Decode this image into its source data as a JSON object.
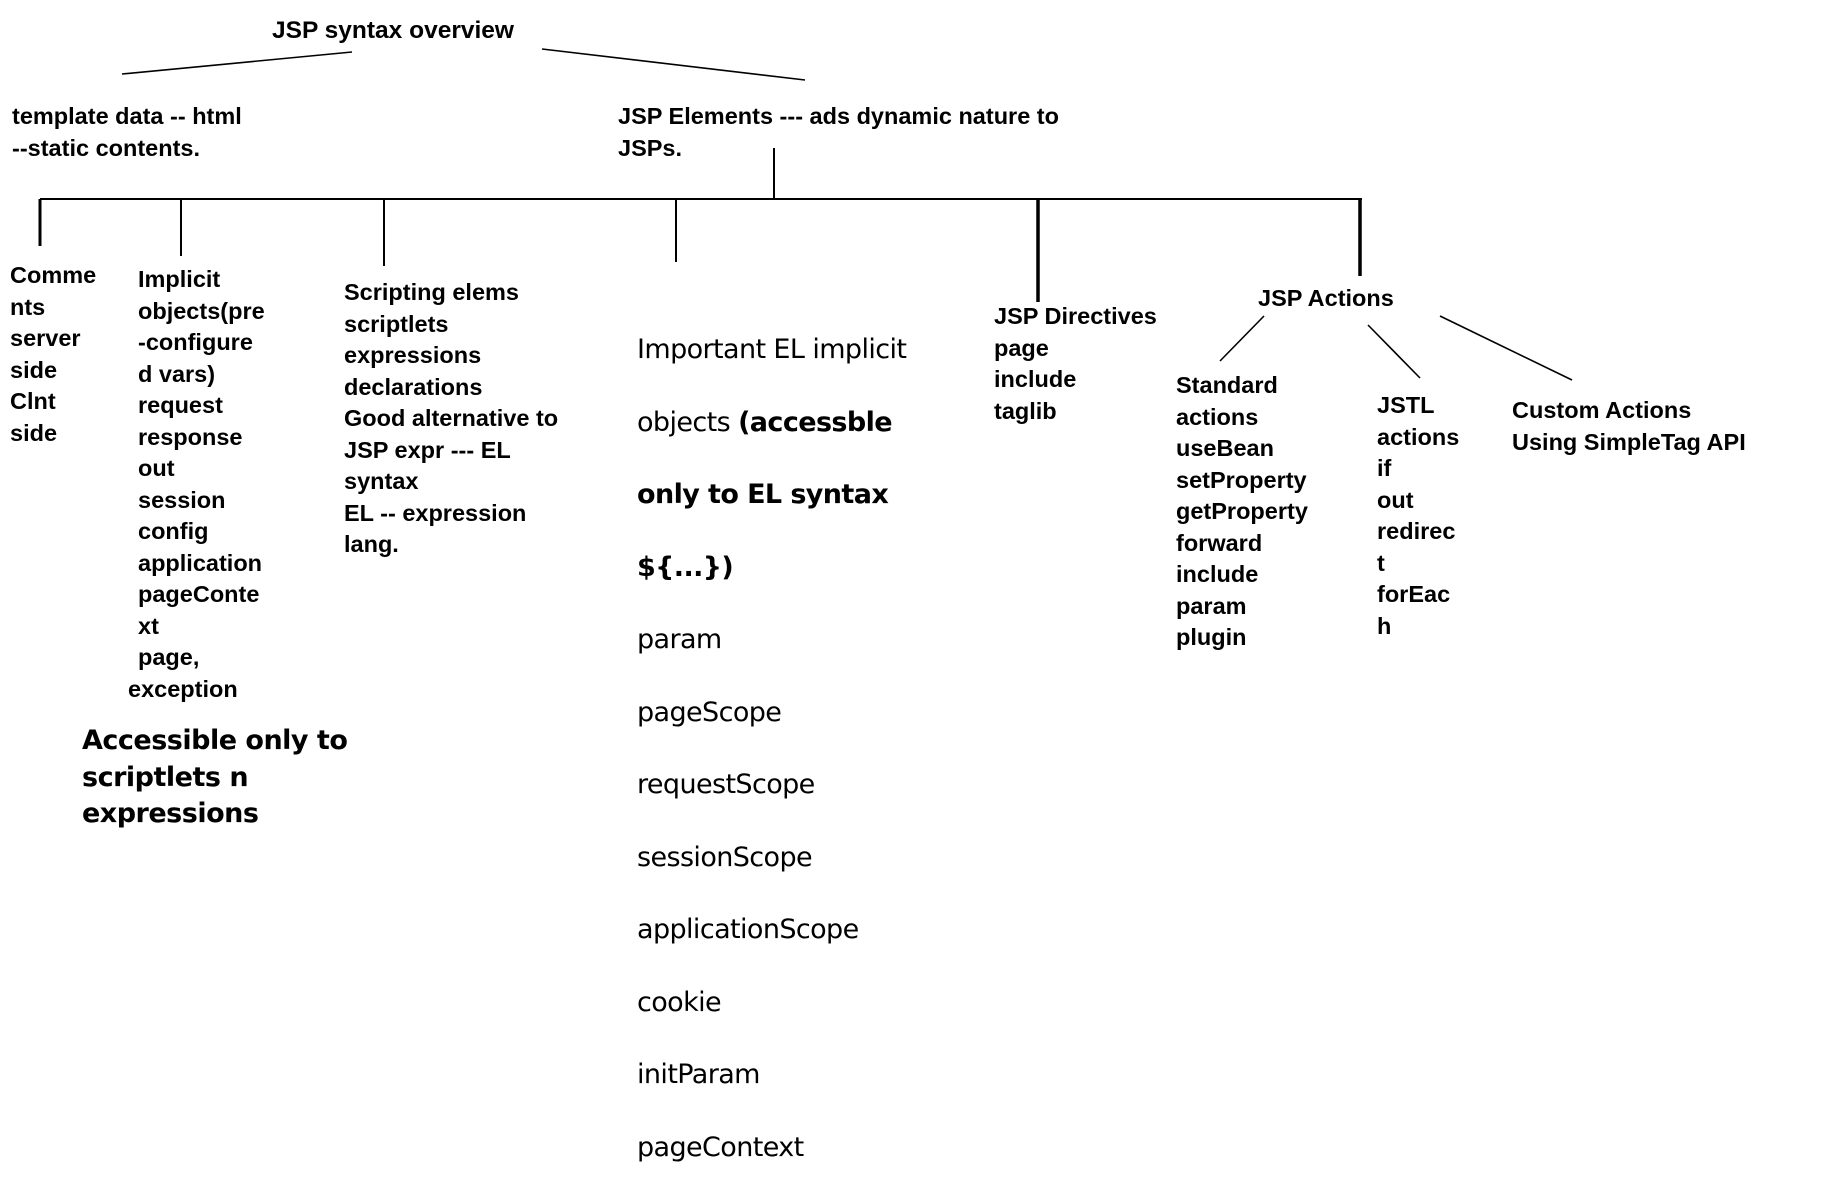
{
  "diagram": {
    "title": "JSP syntax overview",
    "template_data": [
      "template data -- html",
      "--static contents."
    ],
    "jsp_elements": [
      "JSP Elements --- ads dynamic nature to",
      "JSPs."
    ],
    "comments": [
      "Comme",
      "nts",
      "server",
      "side",
      "Clnt",
      "side"
    ],
    "implicit_objects": [
      "Implicit",
      "objects(pre",
      "-configure",
      "d vars)",
      "request",
      "response",
      "out",
      "session",
      "config",
      "application",
      "pageConte",
      "xt",
      "page,",
      "exception"
    ],
    "implicit_note": [
      "Accessible only to",
      "scriptlets n",
      "expressions"
    ],
    "scripting": [
      "Scripting elems",
      "scriptlets",
      "expressions",
      "declarations",
      "Good alternative to",
      "JSP expr --- EL",
      "syntax",
      "EL -- expression",
      "lang."
    ],
    "el_objects": {
      "line1": "Important EL implicit",
      "line2_normal": "objects ",
      "line2_bold": "(accessble",
      "line3": "only to EL syntax",
      "line4": "${...})",
      "items": [
        "param",
        "pageScope",
        "requestScope",
        "sessionScope",
        "applicationScope",
        "cookie",
        "initParam",
        "pageContext"
      ]
    },
    "directives": [
      "JSP Directives",
      "page",
      "include",
      "taglib"
    ],
    "actions": "JSP Actions",
    "standard_actions": [
      "Standard",
      "actions",
      "useBean",
      "setProperty",
      "getProperty",
      "forward",
      "include",
      "param",
      "plugin"
    ],
    "jstl_actions": [
      "JSTL",
      "actions",
      "if",
      "out",
      "redirec",
      "t",
      "forEac",
      "h"
    ],
    "custom_actions": [
      "Custom Actions",
      "Using SimpleTag API"
    ]
  }
}
